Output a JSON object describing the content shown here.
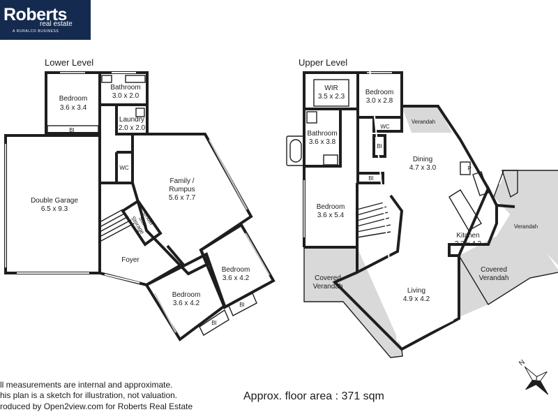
{
  "brand": {
    "name": "Roberts",
    "sub": "real estate",
    "tagline": "A RURALCO BUSINESS"
  },
  "levels": {
    "lower": "Lower Level",
    "upper": "Upper Level"
  },
  "lower_rooms": {
    "bedroom1": {
      "name": "Bedroom",
      "size": "3.6 x 3.4"
    },
    "bathroom": {
      "name": "Bathroom",
      "size": "3.0 x 2.0"
    },
    "laundry": {
      "name": "Laundry",
      "size": "2.0 x 2.0"
    },
    "garage": {
      "name": "Double Garage",
      "size": "6.5 x 9.3"
    },
    "family": {
      "name": "Family /",
      "name2": "Rumpus",
      "size": "5.6 x 7.7"
    },
    "foyer": {
      "name": "Foyer"
    },
    "bedroom2": {
      "name": "Bedroom",
      "size": "3.6 x 4.2"
    },
    "bedroom3": {
      "name": "Bedroom",
      "size": "3.6 x 4.2"
    },
    "understair": {
      "line1": "Under",
      "line2": "Stair",
      "line3": "Storage"
    },
    "wc": "WC",
    "bi": "BI"
  },
  "upper_rooms": {
    "wir": {
      "name": "WIR",
      "size": "3.5 x 2.3"
    },
    "bedroom1": {
      "name": "Bedroom",
      "size": "3.0 x 2.8"
    },
    "bathroom": {
      "name": "Bathroom",
      "size": "3.6 x 3.8"
    },
    "verandah_top": "Verandah",
    "dining": {
      "name": "Dining",
      "size": "4.7 x 3.0"
    },
    "bedroom2": {
      "name": "Bedroom",
      "size": "3.6 x 5.4"
    },
    "kitchen": {
      "name": "Kitchen",
      "size": "3.2 x 4.3"
    },
    "covered_left": {
      "line1": "Covered",
      "line2": "Verandah"
    },
    "living": {
      "name": "Living",
      "size": "4.9 x 4.2"
    },
    "covered_right": {
      "line1": "Covered",
      "line2": "Verandah"
    },
    "verandah_right": "Verandah",
    "wc": "WC",
    "bi": "BI",
    "pantry": "P"
  },
  "footer": {
    "line1": "ll measurements are internal and approximate.",
    "line2": "his plan is a sketch for illustration, not valuation.",
    "line3": "roduced by Open2view.com for Roberts Real Estate",
    "area": "Approx. floor area : 371 sqm"
  },
  "compass_label": "N"
}
